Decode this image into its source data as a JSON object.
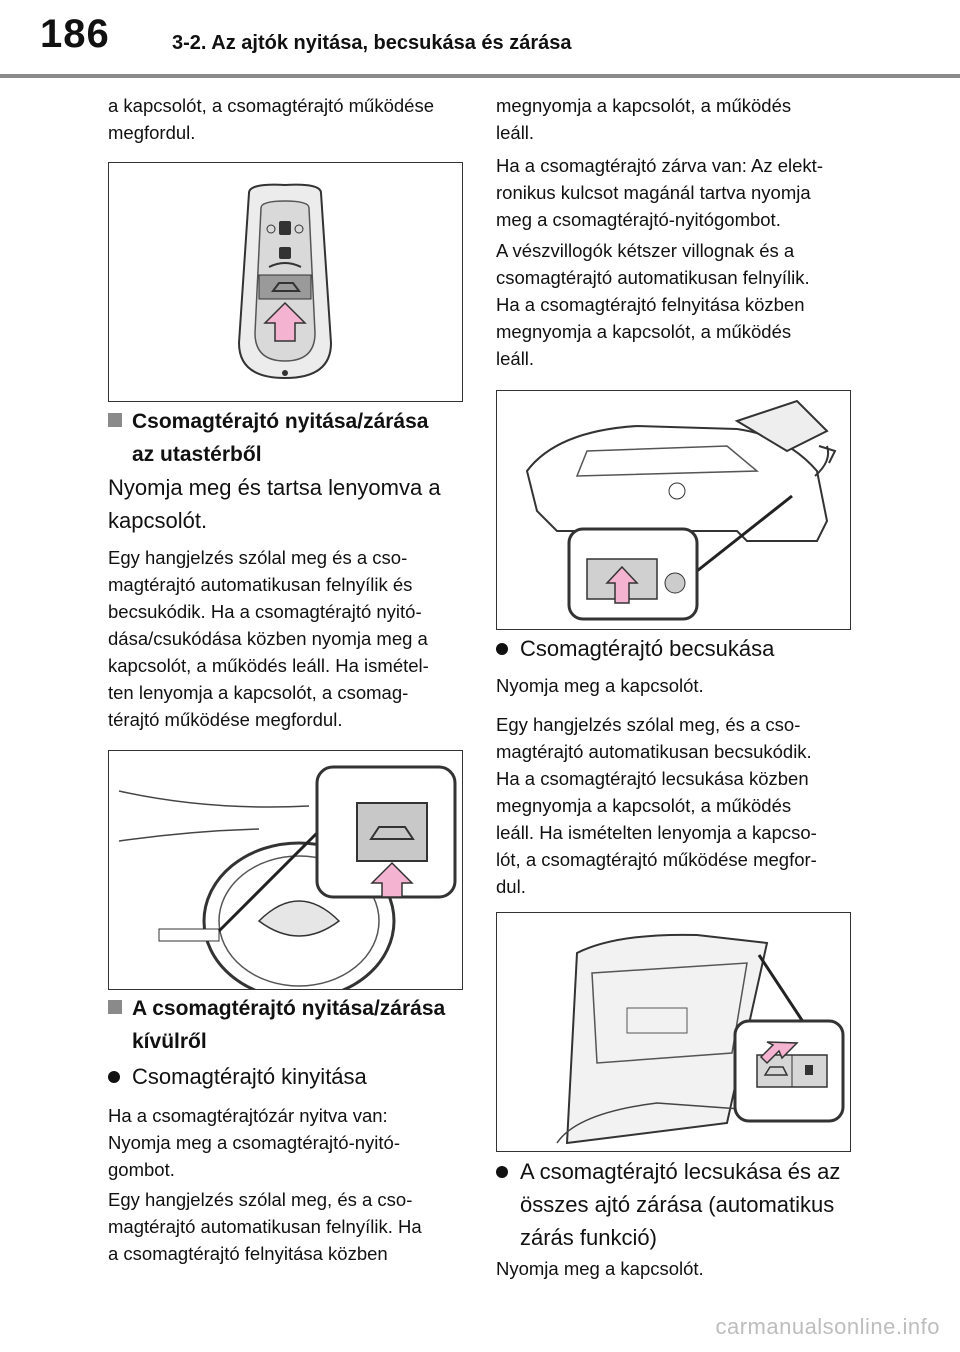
{
  "header": {
    "page_number": "186",
    "section_title": "3-2. Az ajtók nyitása, becsukása és zárása"
  },
  "left": {
    "intro": [
      "a kapcsolót, a csomagtérajtó működése",
      "megfordul."
    ],
    "heading1": [
      "Csomagtérajtó nyitása/zárása",
      "az utastérből"
    ],
    "instruction1": [
      "Nyomja meg és tartsa lenyomva a",
      "kapcsolót."
    ],
    "para1": [
      "Egy hangjelzés szólal meg és a cso-",
      "magtérajtó automatikusan felnyílik és",
      "becsukódik. Ha a csomagtérajtó nyitó-",
      "dása/csukódása közben nyomja meg a",
      "kapcsolót, a működés leáll. Ha ismétel-",
      "ten lenyomja a kapcsolót, a csomag-",
      "térajtó működése megfordul."
    ],
    "heading2": [
      "A csomagtérajtó nyitása/zárása",
      "kívülről"
    ],
    "bullet1": "Csomagtérajtó kinyitása",
    "para2": [
      "Ha a csomagtérajtózár nyitva van:",
      "Nyomja meg a csomagtérajtó-nyitó-",
      "gombot."
    ],
    "para3": [
      "Egy hangjelzés szólal meg, és a cso-",
      "magtérajtó automatikusan felnyílik. Ha",
      "a csomagtérajtó felnyitása közben"
    ]
  },
  "right": {
    "para1": [
      "megnyomja a kapcsolót, a működés",
      "leáll."
    ],
    "para2": [
      "Ha a csomagtérajtó zárva van: Az elekt-",
      "ronikus kulcsot magánál tartva nyomja",
      "meg a csomagtérajtó-nyitógombot."
    ],
    "para3": [
      "A vészvillogók kétszer villognak és a",
      "csomagtérajtó automatikusan felnyílik.",
      "Ha a csomagtérajtó felnyitása közben",
      "megnyomja a kapcsolót, a működés",
      "leáll."
    ],
    "bullet2": "Csomagtérajtó becsukása",
    "para4": [
      "Nyomja meg a kapcsolót."
    ],
    "para5": [
      "Egy hangjelzés szólal meg, és a cso-",
      "magtérajtó automatikusan becsukódik.",
      "Ha a csomagtérajtó lecsukása közben",
      "megnyomja a kapcsolót, a működés",
      "leáll. Ha ismételten lenyomja a kapcso-",
      "lót, a csomagtérajtó működése megfor-",
      "dul."
    ],
    "bullet3": [
      "A csomagtérajtó lecsukása és az",
      "összes ajtó zárása (automatikus",
      "zárás funkció)"
    ],
    "para6": [
      "Nyomja meg a kapcsolót."
    ]
  },
  "watermark": "carmanualsonline.info"
}
